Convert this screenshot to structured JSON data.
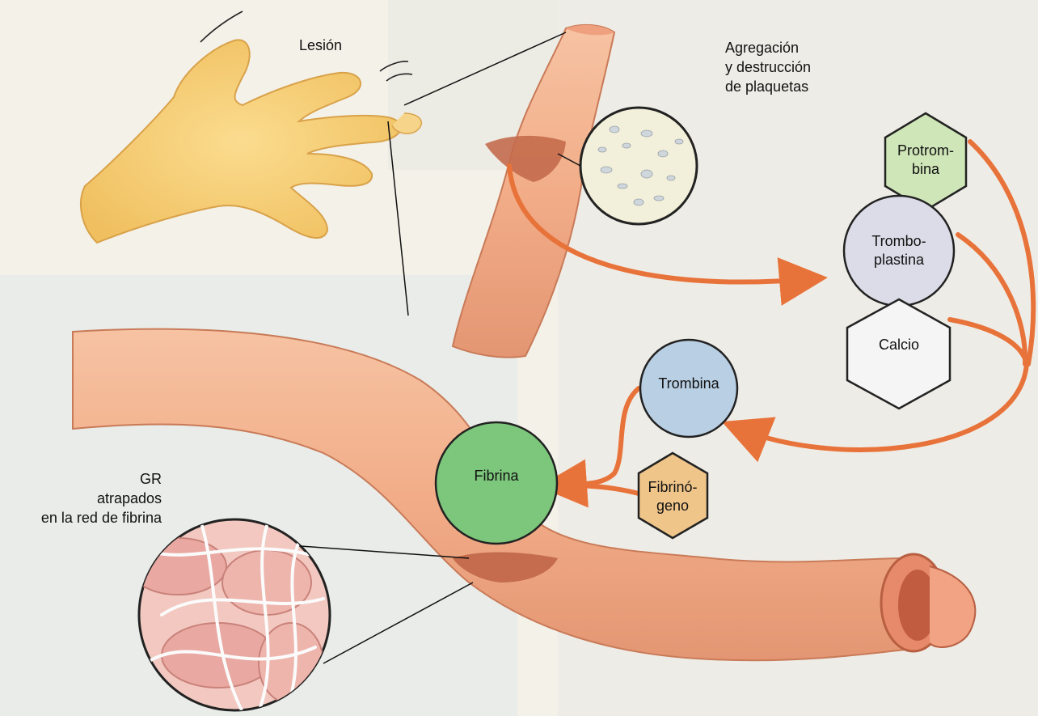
{
  "labels": {
    "lesion": "Lesión",
    "platelets": "Agregación\ny destrucción\nde plaquetas",
    "trapped_rbc": "GR\natrapados\nen la red de fibrina"
  },
  "nodes": {
    "prothrombin": "Protrom-\nbina",
    "thromboplastin": "Trombo-\nplastina",
    "calcium": "Calcio",
    "thrombin": "Trombina",
    "fibrinogen": "Fibrinó-\ngeno",
    "fibrin": "Fibrina"
  },
  "colors": {
    "arrow": "#e8733a",
    "prothrombin_fill": "#cfe6b8",
    "thromboplastin_fill": "#dcdce8",
    "calcium_fill": "#f5f5f5",
    "thrombin_fill": "#b9cfe3",
    "fibrinogen_fill": "#f0c58a",
    "fibrin_fill": "#7cc77c",
    "vessel": "#f2b08e"
  }
}
